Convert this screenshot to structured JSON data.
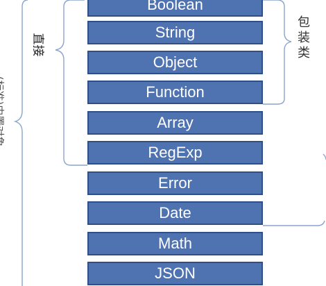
{
  "boxes": [
    {
      "label": "Boolean"
    },
    {
      "label": "String"
    },
    {
      "label": "Object"
    },
    {
      "label": "Function"
    },
    {
      "label": "Array"
    },
    {
      "label": "RegExp"
    },
    {
      "label": "Error"
    },
    {
      "label": "Date"
    },
    {
      "label": "Math"
    },
    {
      "label": "JSON"
    }
  ],
  "labels": {
    "wrapper": [
      "包",
      "装",
      "类"
    ],
    "constructor": "直接",
    "builtin": "(标准)内置对象"
  },
  "colors": {
    "box_fill": "#4f73b1",
    "box_border": "#2f4f86",
    "bracket": "#8aa4cc"
  }
}
